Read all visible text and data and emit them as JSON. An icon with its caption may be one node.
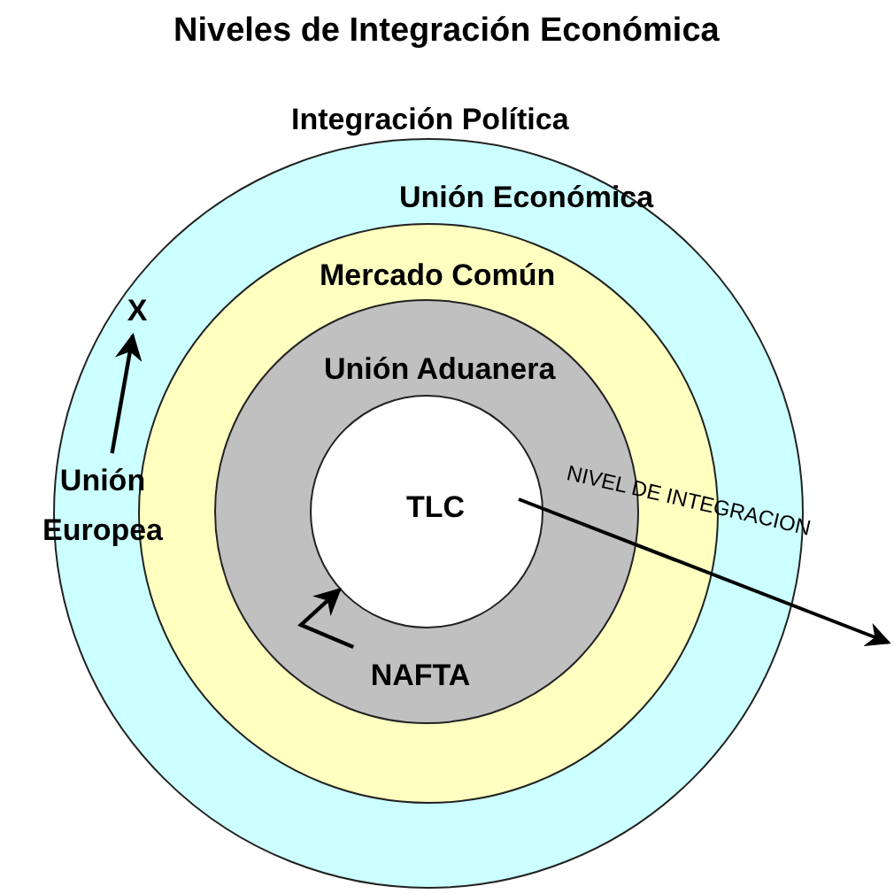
{
  "diagram": {
    "title": "Niveles de Integración Económica",
    "nodes": [
      {
        "text": [
          "Unión Económica"
        ]
      },
      {
        "text": [
          "Mercado Común"
        ],
        "in": 0
      },
      {
        "text": [
          "Unión Aduanera"
        ],
        "in": 1
      },
      {
        "text": [
          "TLC"
        ],
        "in": 2
      },
      {
        "text": [
          "X"
        ],
        "in": 0
      },
      {
        "text": [
          "Unión Europea"
        ]
      },
      {
        "text": [
          "NAFTA"
        ],
        "in": 2
      }
    ],
    "edges": [
      {
        "from": 5,
        "to": 4,
        "arrow": "to"
      },
      {
        "from": 6,
        "to": 3,
        "arrow": "to"
      }
    ],
    "labels": [
      "Integración Política",
      "NIVEL DE INTEGRACION"
    ]
  }
}
